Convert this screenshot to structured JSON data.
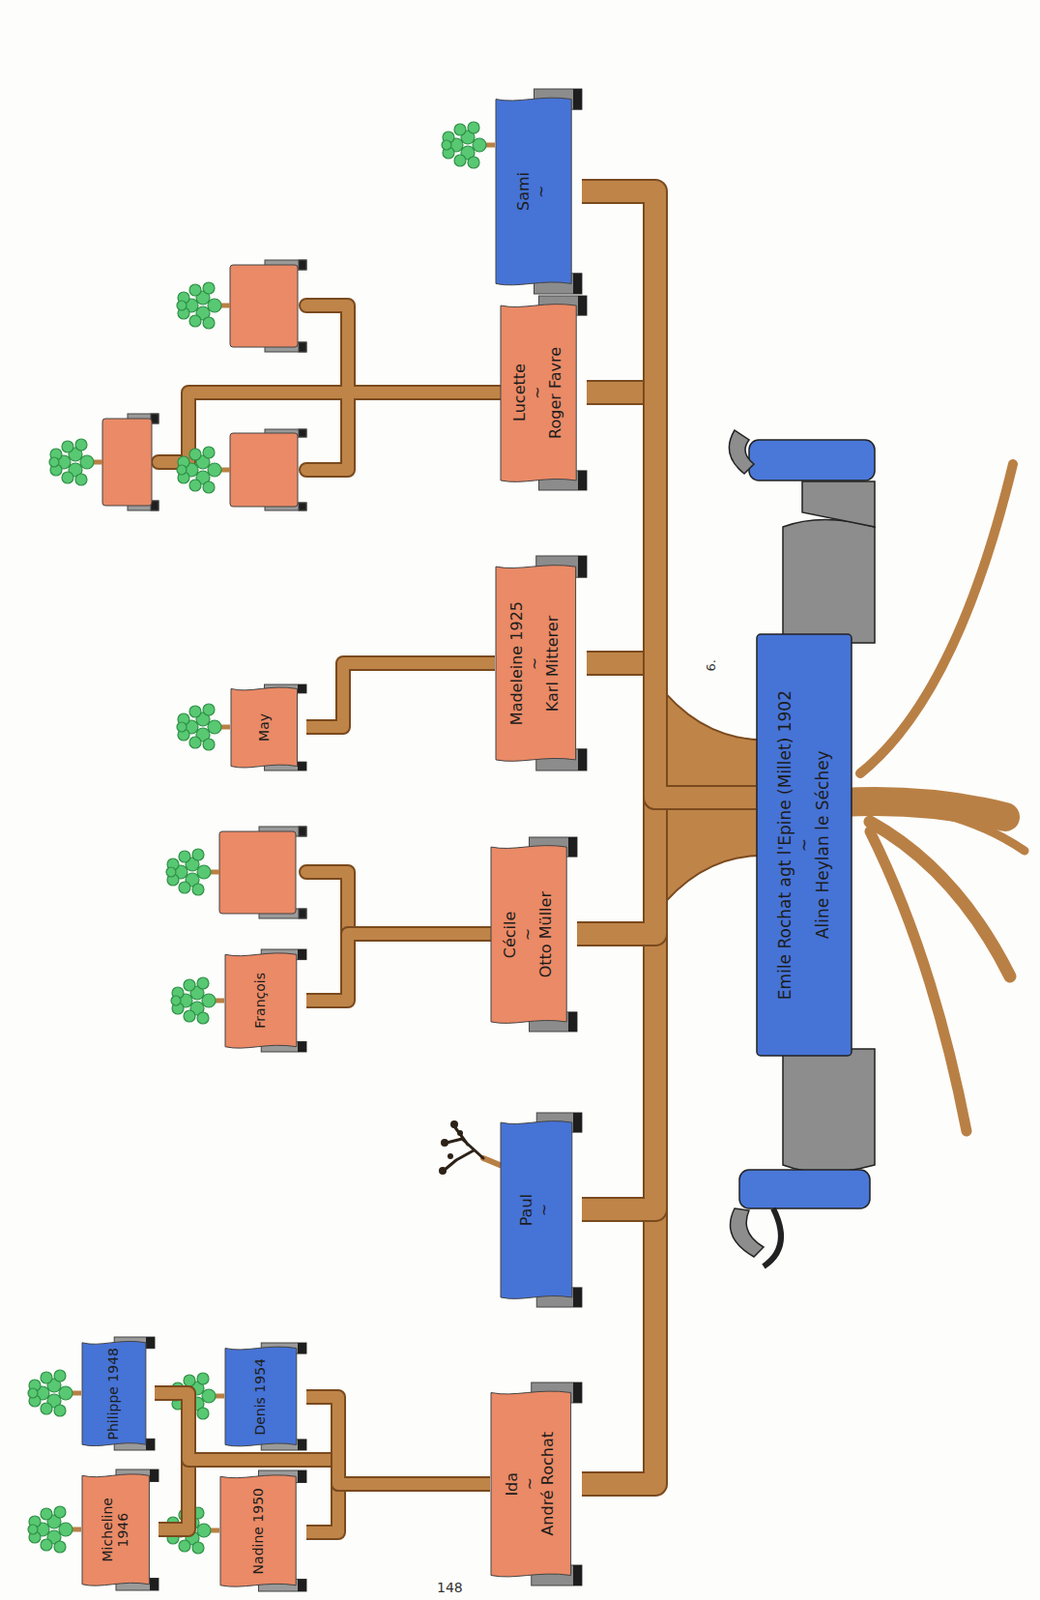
{
  "diagram": {
    "nodes": [
      {
        "text": [
          "Emile Rochat agt l'Epine (Millet) 1902",
          "~",
          "Aline Heylan le Séchey"
        ]
      },
      {
        "text": [
          "Ida",
          "~",
          "André Rochat"
        ]
      },
      {
        "text": [
          "Paul",
          "~"
        ]
      },
      {
        "text": [
          "Cécile",
          "~",
          "Otto Müller"
        ]
      },
      {
        "text": [
          "Madeleine 1925",
          "~",
          "Karl Mitterer"
        ]
      },
      {
        "text": [
          "Lucette",
          "~",
          "Roger Favre"
        ]
      },
      {
        "text": [
          "Sami",
          "~"
        ]
      },
      {
        "text": [
          "Micheline 1946"
        ]
      },
      {
        "text": [
          "Nadine 1950"
        ]
      },
      {
        "text": [
          "Philippe 1948"
        ]
      },
      {
        "text": [
          "Denis 1954"
        ]
      },
      {
        "text": [
          "François"
        ]
      },
      {
        "text": [
          "May"
        ]
      }
    ],
    "edges": [
      {
        "from": 0,
        "to": 1,
        "arrow": "none"
      },
      {
        "from": 0,
        "to": 2,
        "arrow": "none"
      },
      {
        "from": 0,
        "to": 3,
        "arrow": "none"
      },
      {
        "from": 0,
        "to": 4,
        "arrow": "none"
      },
      {
        "from": 0,
        "to": 5,
        "arrow": "none"
      },
      {
        "from": 0,
        "to": 6,
        "arrow": "none"
      },
      {
        "from": 1,
        "to": 7,
        "arrow": "none"
      },
      {
        "from": 1,
        "to": 8,
        "arrow": "none"
      },
      {
        "from": 1,
        "to": 9,
        "arrow": "none"
      },
      {
        "from": 1,
        "to": 10,
        "arrow": "none"
      },
      {
        "from": 3,
        "to": 11,
        "arrow": "none"
      },
      {
        "from": 4,
        "to": 12,
        "arrow": "none"
      }
    ],
    "labels": [
      "6.",
      "148"
    ]
  }
}
